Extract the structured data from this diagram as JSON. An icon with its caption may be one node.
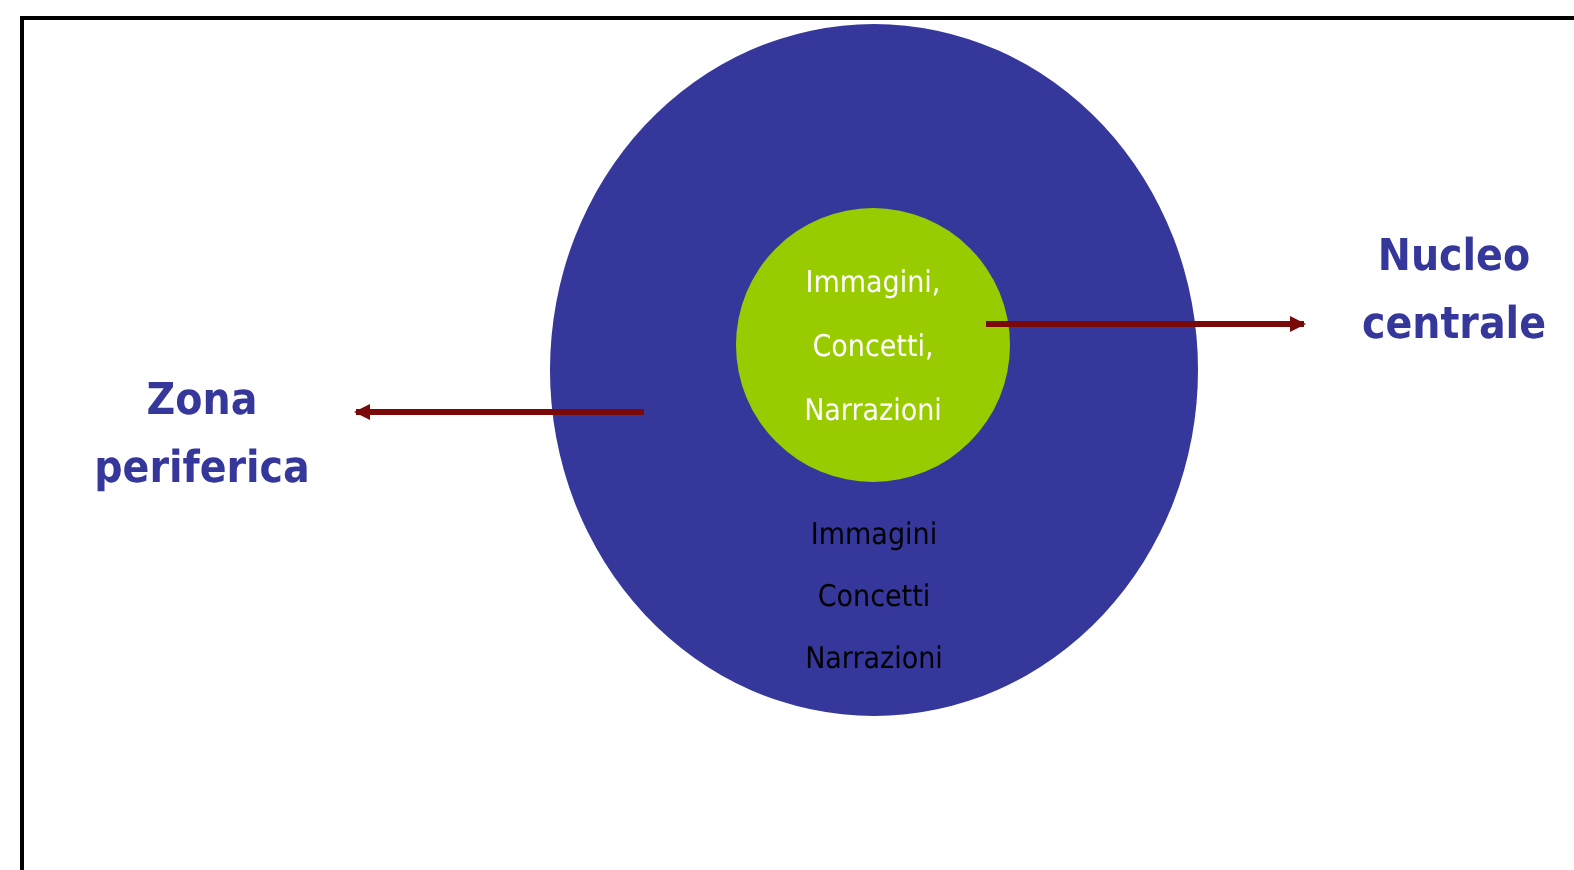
{
  "diagram": {
    "nodes": [
      {
        "text": [
          "Immagini Concetti Narrazioni"
        ]
      },
      {
        "text": [
          "Immagini, Concetti, Narrazioni"
        ],
        "in": 0
      },
      {
        "text": [
          "Zona periferica"
        ]
      },
      {
        "text": [
          "Nucleo centrale"
        ]
      }
    ],
    "edges": [
      {
        "from": 0,
        "to": 2,
        "arrow": "to"
      },
      {
        "from": 1,
        "to": 3,
        "arrow": "to"
      }
    ]
  }
}
